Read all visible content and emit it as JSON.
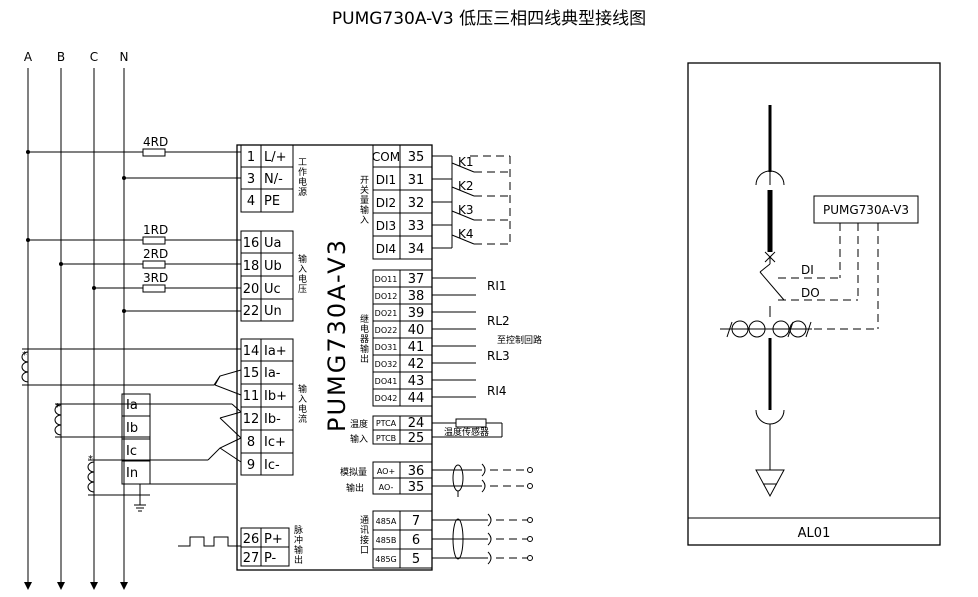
{
  "title": "PUMG730A-V3 低压三相四线典型接线图",
  "phases": [
    "A",
    "B",
    "C",
    "N"
  ],
  "fuses": [
    "4RD",
    "1RD",
    "2RD",
    "3RD"
  ],
  "device_label": "PUMG730A-V3",
  "left_pins": [
    {
      "num": "1",
      "name": "L/+"
    },
    {
      "num": "3",
      "name": "N/-"
    },
    {
      "num": "4",
      "name": "PE"
    },
    {
      "num": "16",
      "name": "Ua"
    },
    {
      "num": "18",
      "name": "Ub"
    },
    {
      "num": "20",
      "name": "Uc"
    },
    {
      "num": "22",
      "name": "Un"
    },
    {
      "num": "14",
      "name": "Ia+"
    },
    {
      "num": "15",
      "name": "Ia-"
    },
    {
      "num": "11",
      "name": "Ib+"
    },
    {
      "num": "12",
      "name": "Ib-"
    },
    {
      "num": "8",
      "name": "Ic+"
    },
    {
      "num": "9",
      "name": "Ic-"
    },
    {
      "num": "26",
      "name": "P+"
    },
    {
      "num": "27",
      "name": "P-"
    }
  ],
  "right_pins": [
    {
      "num": "35",
      "name": "COM"
    },
    {
      "num": "31",
      "name": "DI1"
    },
    {
      "num": "32",
      "name": "DI2"
    },
    {
      "num": "33",
      "name": "DI3"
    },
    {
      "num": "34",
      "name": "DI4"
    },
    {
      "num": "37",
      "name": "DO11"
    },
    {
      "num": "38",
      "name": "DO12"
    },
    {
      "num": "39",
      "name": "DO21"
    },
    {
      "num": "40",
      "name": "DO22"
    },
    {
      "num": "41",
      "name": "DO31"
    },
    {
      "num": "42",
      "name": "DO32"
    },
    {
      "num": "43",
      "name": "DO41"
    },
    {
      "num": "44",
      "name": "DO42"
    },
    {
      "num": "24",
      "name": "PTCA"
    },
    {
      "num": "25",
      "name": "PTCB"
    },
    {
      "num": "36",
      "name": "AO+"
    },
    {
      "num": "35",
      "name": "AO-"
    },
    {
      "num": "7",
      "name": "485A"
    },
    {
      "num": "6",
      "name": "485B"
    },
    {
      "num": "5",
      "name": "485G"
    }
  ],
  "group_labels": {
    "work_power": "工作电源",
    "voltage_input": "输入电压",
    "current_input": "输入电流",
    "pulse_output": "脉冲输出",
    "switch_input": "开关量输入",
    "relay_output": "继电器输出",
    "temp": "温度",
    "input": "输入",
    "analog": "模拟量",
    "output": "输出",
    "comm": "通讯接口"
  },
  "contacts": [
    "K1",
    "K2",
    "K3",
    "K4"
  ],
  "relays": [
    "RI1",
    "RL2",
    "RL3",
    "RI4"
  ],
  "control_loop": "至控制回路",
  "temp_sensor": "温度传感器",
  "ct_labels": [
    "Ia",
    "Ib",
    "Ic",
    "In"
  ],
  "right_panel": {
    "device": "PUMG730A-V3",
    "di": "DI",
    "do": "DO",
    "footer": "AL01"
  }
}
